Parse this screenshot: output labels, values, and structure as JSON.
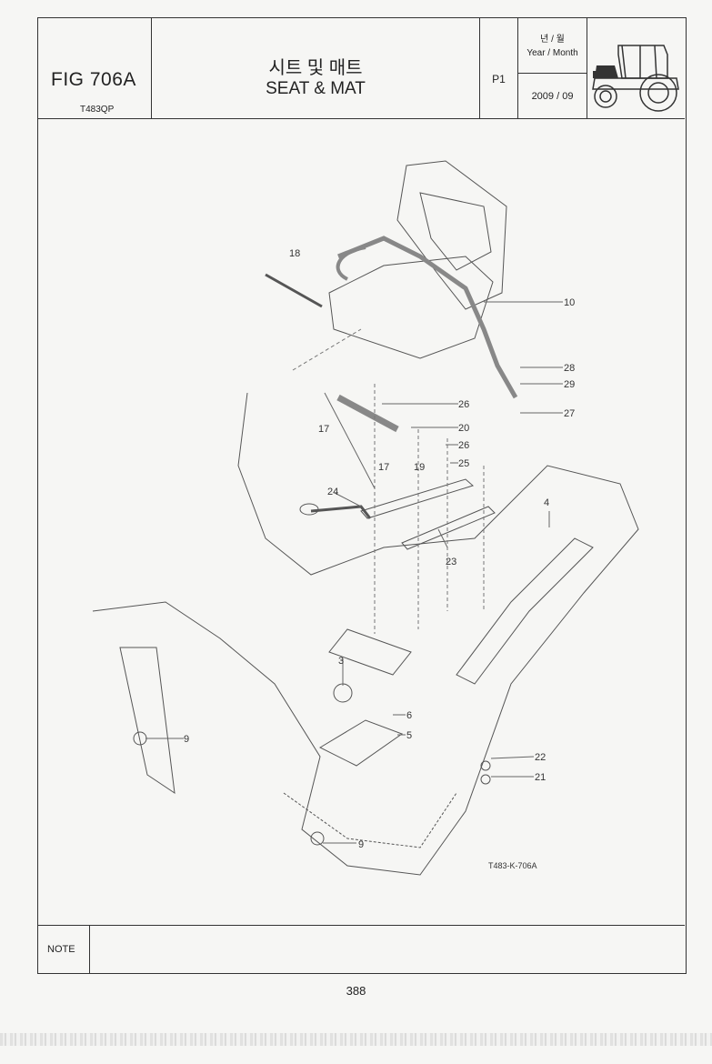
{
  "header": {
    "fig_label": "FIG 706A",
    "model_code": "T483QP",
    "title_korean": "시트 및 매트",
    "title_english": "SEAT & MAT",
    "page_code": "P1",
    "year_month_korean": "년 / 월",
    "year_month_english": "Year / Month",
    "date": "2009 / 09"
  },
  "diagram": {
    "drawing_id": "T483-K-706A",
    "callouts": [
      "18",
      "10",
      "28",
      "29",
      "26",
      "27",
      "17",
      "20",
      "17",
      "19",
      "26",
      "25",
      "24",
      "4",
      "23",
      "3",
      "6",
      "5",
      "9",
      "22",
      "21",
      "9"
    ]
  },
  "note": {
    "label": "NOTE"
  },
  "footer": {
    "page_number": "388"
  }
}
